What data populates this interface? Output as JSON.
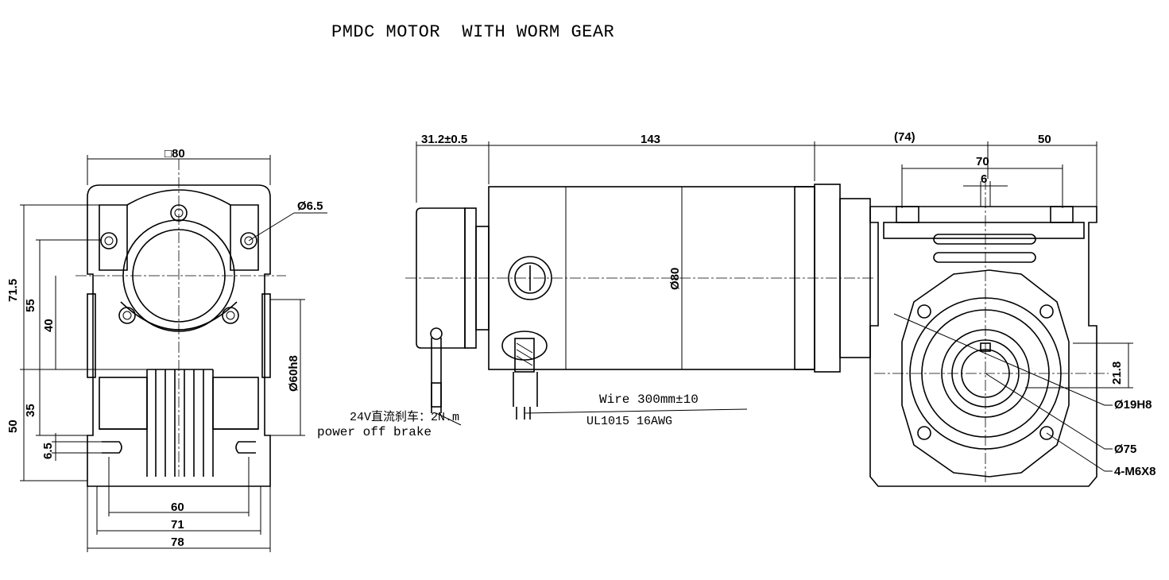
{
  "title": "PMDC MOTOR  WITH WORM GEAR",
  "left_view": {
    "dims": {
      "square": "□80",
      "hole": "Ø6.5",
      "h_71_5": "71.5",
      "h_55": "55",
      "h_40": "40",
      "h_35": "35",
      "h_50": "50",
      "h_6_5": "6.5",
      "bore": "Ø60h8",
      "w_60": "60",
      "w_71": "71",
      "w_78": "78"
    }
  },
  "side_view": {
    "dims": {
      "brake_len": "31.2±0.5",
      "motor_len": "143",
      "gear_len": "(74)",
      "out_len": "50",
      "diameter": "Ø80"
    },
    "brake_note": {
      "cn": "24V直流刹车：2N.m",
      "en": "power off brake"
    },
    "wire_note": {
      "line1": "Wire 300mm±10",
      "line2": "UL1015 16AWG"
    }
  },
  "right_view": {
    "dims": {
      "w_70": "70",
      "w_6": "6",
      "h_21_8": "21.8",
      "shaft": "Ø19H8",
      "pcd": "Ø75",
      "screws": "4-M6X8"
    }
  }
}
